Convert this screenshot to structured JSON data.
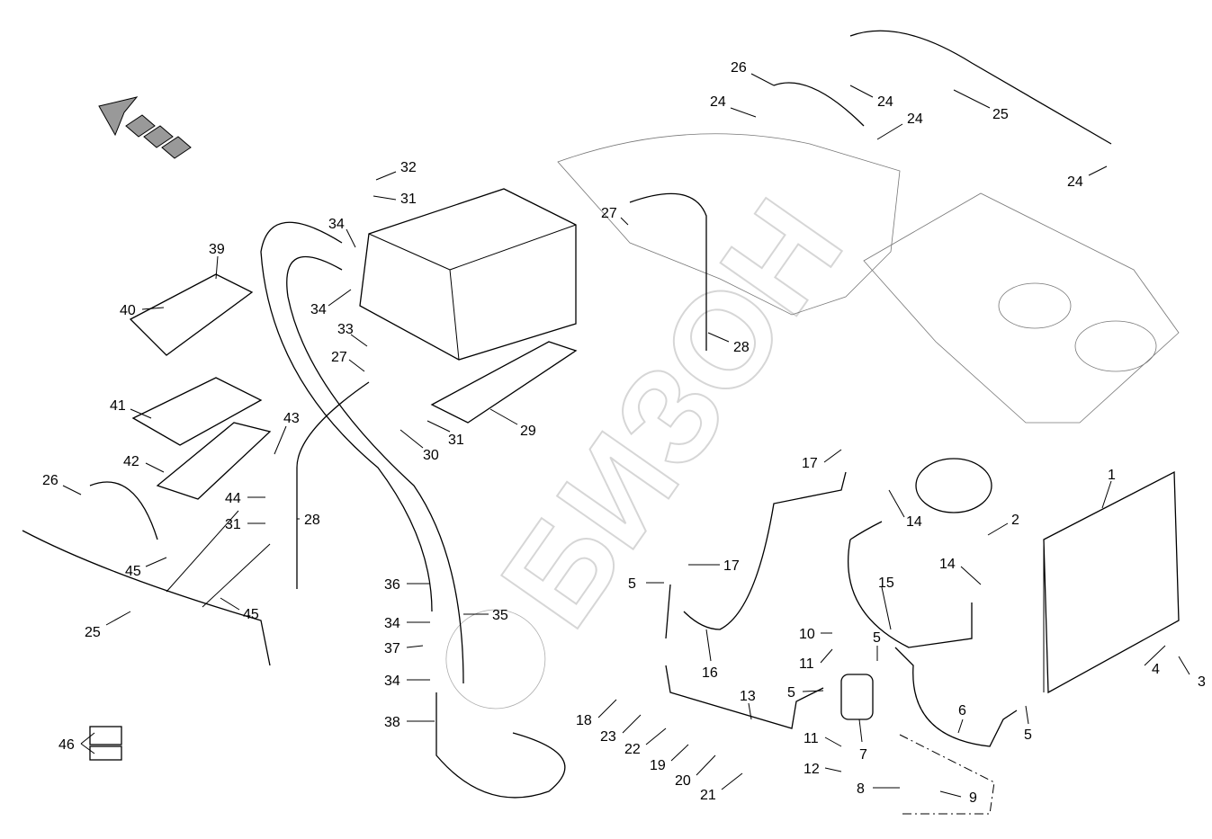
{
  "diagram": {
    "watermark": "БИЗОН",
    "corner_code": "",
    "direction_icon": "forward-arrow-icon",
    "callouts": [
      {
        "label": "32"
      },
      {
        "label": "31"
      },
      {
        "label": "34"
      },
      {
        "label": "34"
      },
      {
        "label": "39"
      },
      {
        "label": "40"
      },
      {
        "label": "33"
      },
      {
        "label": "27"
      },
      {
        "label": "41"
      },
      {
        "label": "42"
      },
      {
        "label": "43"
      },
      {
        "label": "44"
      },
      {
        "label": "31"
      },
      {
        "label": "26"
      },
      {
        "label": "28"
      },
      {
        "label": "45"
      },
      {
        "label": "45"
      },
      {
        "label": "25"
      },
      {
        "label": "36"
      },
      {
        "label": "34"
      },
      {
        "label": "35"
      },
      {
        "label": "37"
      },
      {
        "label": "34"
      },
      {
        "label": "38"
      },
      {
        "label": "46"
      },
      {
        "label": "30"
      },
      {
        "label": "31"
      },
      {
        "label": "29"
      },
      {
        "label": "27"
      },
      {
        "label": "28"
      },
      {
        "label": "26"
      },
      {
        "label": "24"
      },
      {
        "label": "24"
      },
      {
        "label": "24"
      },
      {
        "label": "25"
      },
      {
        "label": "24"
      },
      {
        "label": "17"
      },
      {
        "label": "14"
      },
      {
        "label": "1"
      },
      {
        "label": "2"
      },
      {
        "label": "14"
      },
      {
        "label": "17"
      },
      {
        "label": "5"
      },
      {
        "label": "15"
      },
      {
        "label": "16"
      },
      {
        "label": "10"
      },
      {
        "label": "11"
      },
      {
        "label": "5"
      },
      {
        "label": "5"
      },
      {
        "label": "13"
      },
      {
        "label": "4"
      },
      {
        "label": "3"
      },
      {
        "label": "6"
      },
      {
        "label": "5"
      },
      {
        "label": "18"
      },
      {
        "label": "23"
      },
      {
        "label": "22"
      },
      {
        "label": "19"
      },
      {
        "label": "20"
      },
      {
        "label": "21"
      },
      {
        "label": "11"
      },
      {
        "label": "12"
      },
      {
        "label": "7"
      },
      {
        "label": "8"
      },
      {
        "label": "9"
      }
    ]
  }
}
